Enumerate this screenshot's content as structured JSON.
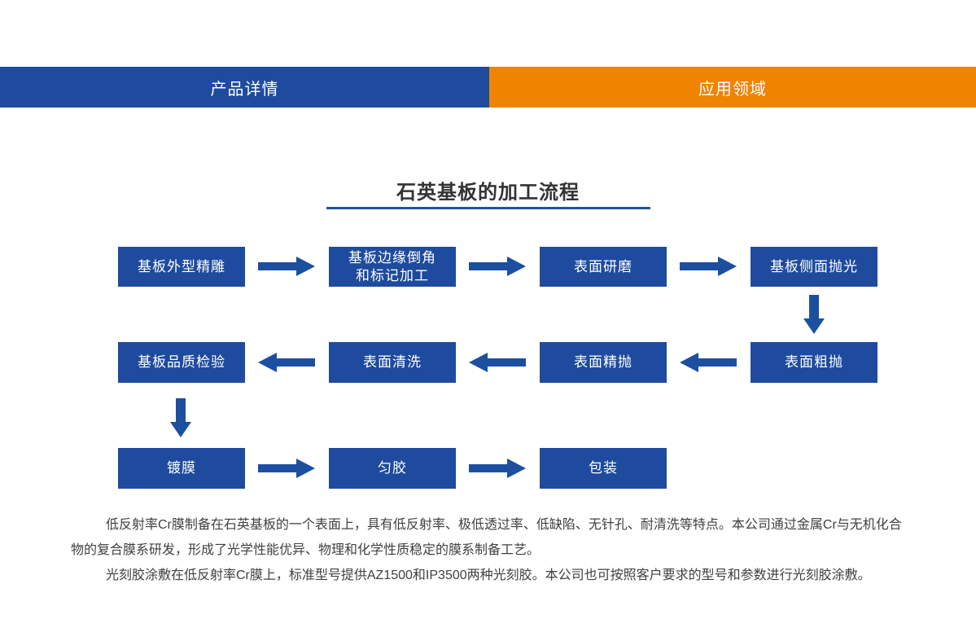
{
  "tabs": {
    "product_details": "产品详情",
    "application_fields": "应用领域"
  },
  "flowchart": {
    "title": "石英基板的加工流程",
    "nodes": {
      "r1c1": "基板外型精雕",
      "r1c2_line1": "基板边缘倒角",
      "r1c2_line2": "和标记加工",
      "r1c3": "表面研磨",
      "r1c4": "基板侧面抛光",
      "r2c1": "基板品质检验",
      "r2c2": "表面清洗",
      "r2c3": "表面精抛",
      "r2c4": "表面粗抛",
      "r3c1": "镀膜",
      "r3c2": "匀胶",
      "r3c3": "包装"
    }
  },
  "description": {
    "paragraph1": "低反射率Cr膜制备在石英基板的一个表面上，具有低反射率、极低透过率、低缺陷、无针孔、耐清洗等特点。本公司通过金属Cr与无机化合物的复合膜系研发，形成了光学性能优异、物理和化学性质稳定的膜系制备工艺。",
    "paragraph2": "光刻胶涂敷在低反射率Cr膜上，标准型号提供AZ1500和IP3500两种光刻胶。本公司也可按照客户要求的型号和参数进行光刻胶涂敷。"
  },
  "colors": {
    "primary_blue": "#1e4b9e",
    "accent_orange": "#f08300",
    "arrow_blue": "#1d4fa0",
    "underline_blue": "#2153a0",
    "body_text": "#404040"
  }
}
